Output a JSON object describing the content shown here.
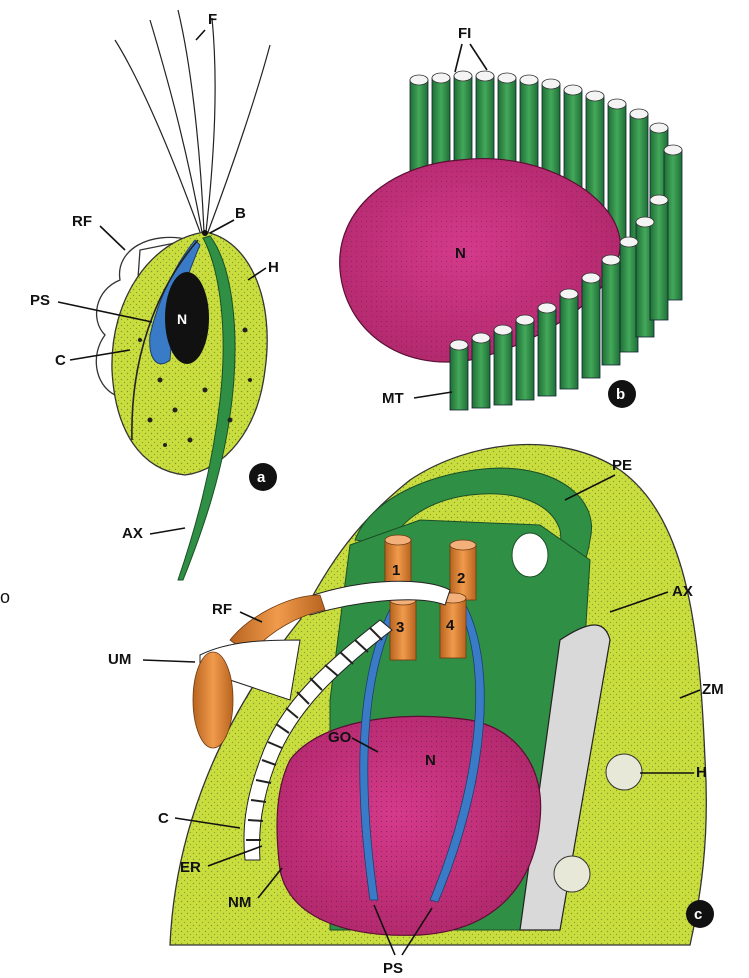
{
  "figure": {
    "panels": [
      {
        "id": "a",
        "label": "a"
      },
      {
        "id": "b",
        "label": "b"
      },
      {
        "id": "c",
        "label": "c"
      }
    ],
    "panel_a_labels": {
      "flagella": "F",
      "basal_body": "B",
      "recurrent_flagellum": "RF",
      "hydrogenosome": "H",
      "parabasal": "PS",
      "nucleus": "N",
      "costa": "C",
      "axostyle": "AX"
    },
    "panel_b_labels": {
      "filaments": "FI",
      "nucleus": "N",
      "microtubules": "MT"
    },
    "panel_c_labels": {
      "pelta": "PE",
      "axostyle": "AX",
      "recurrent_flagellum": "RF",
      "undulating_membrane": "UM",
      "zone": "ZM",
      "golgi": "GO",
      "nucleus": "N",
      "hydrogenosome": "H",
      "costa": "C",
      "er": "ER",
      "nuclear_membrane": "NM",
      "parabasal": "PS",
      "basal_1": "1",
      "basal_2": "2",
      "basal_3": "3",
      "basal_4": "4"
    },
    "colors": {
      "body_yellow_green": "#c9dd3f",
      "dark_green": "#2f8f45",
      "blue": "#3a7bc8",
      "magenta": "#c8307a",
      "orange": "#e08a3c",
      "black": "#111111"
    },
    "side_letter": "o"
  }
}
